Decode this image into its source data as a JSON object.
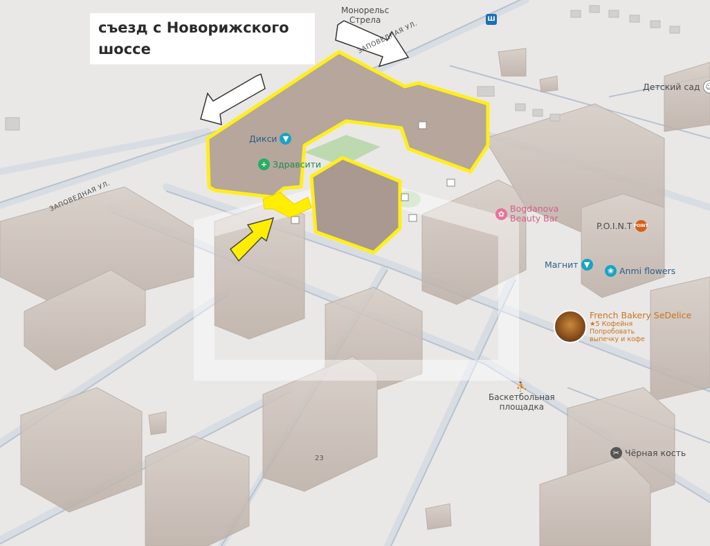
{
  "caption": {
    "line1": "съезд с Новорижского",
    "line2": "шоссе"
  },
  "streets": {
    "upper": "ЗАПОВЕДНАЯ УЛ.",
    "lower": "ЗАПОВЕДНАЯ УЛ."
  },
  "pois": {
    "monorail": {
      "line1": "Монорельс",
      "line2": "Стрела",
      "icon": "monorail-icon"
    },
    "kindergarten": {
      "label": "Детский сад",
      "icon": "kindergarten-icon"
    },
    "diksi": {
      "label": "Дикси",
      "icon": "shopping-basket-icon",
      "color": "#1aa3c2"
    },
    "zdravsiti": {
      "label": "Здравсити",
      "icon": "pharmacy-cross-icon",
      "color": "#27ae60"
    },
    "bogdanova": {
      "line1": "Bogdanova",
      "line2": "Beauty Bar",
      "icon": "beauty-salon-icon",
      "color": "#e8739a"
    },
    "point": {
      "label": "P.O.I.N.T",
      "badge": "POINT",
      "icon": "cafe-logo-icon",
      "color": "#d4601a"
    },
    "magnit": {
      "label": "Магнит",
      "icon": "shopping-basket-icon",
      "color": "#1aa3c2"
    },
    "anmi": {
      "label": "Anmi flowers",
      "icon": "flower-shop-icon",
      "color": "#1aa3c2"
    },
    "bakery": {
      "name": "French Bakery SeDelice",
      "rating": "★5 Кофейня",
      "line3": "Попробовать",
      "line4": "выпечку и кофе",
      "color": "#c8731f"
    },
    "basketball": {
      "line1": "Баскетбольная",
      "line2": "площадка",
      "icon": "basketball-court-icon"
    },
    "black_bone": {
      "label": "Чёрная кость",
      "icon": "barbershop-icon"
    }
  },
  "house_number": "23",
  "colors": {
    "highlight": "#ffef1a",
    "building": "#c9bcb3",
    "road": "#c3cdd8",
    "arrow_yellow": "#ffee00"
  }
}
